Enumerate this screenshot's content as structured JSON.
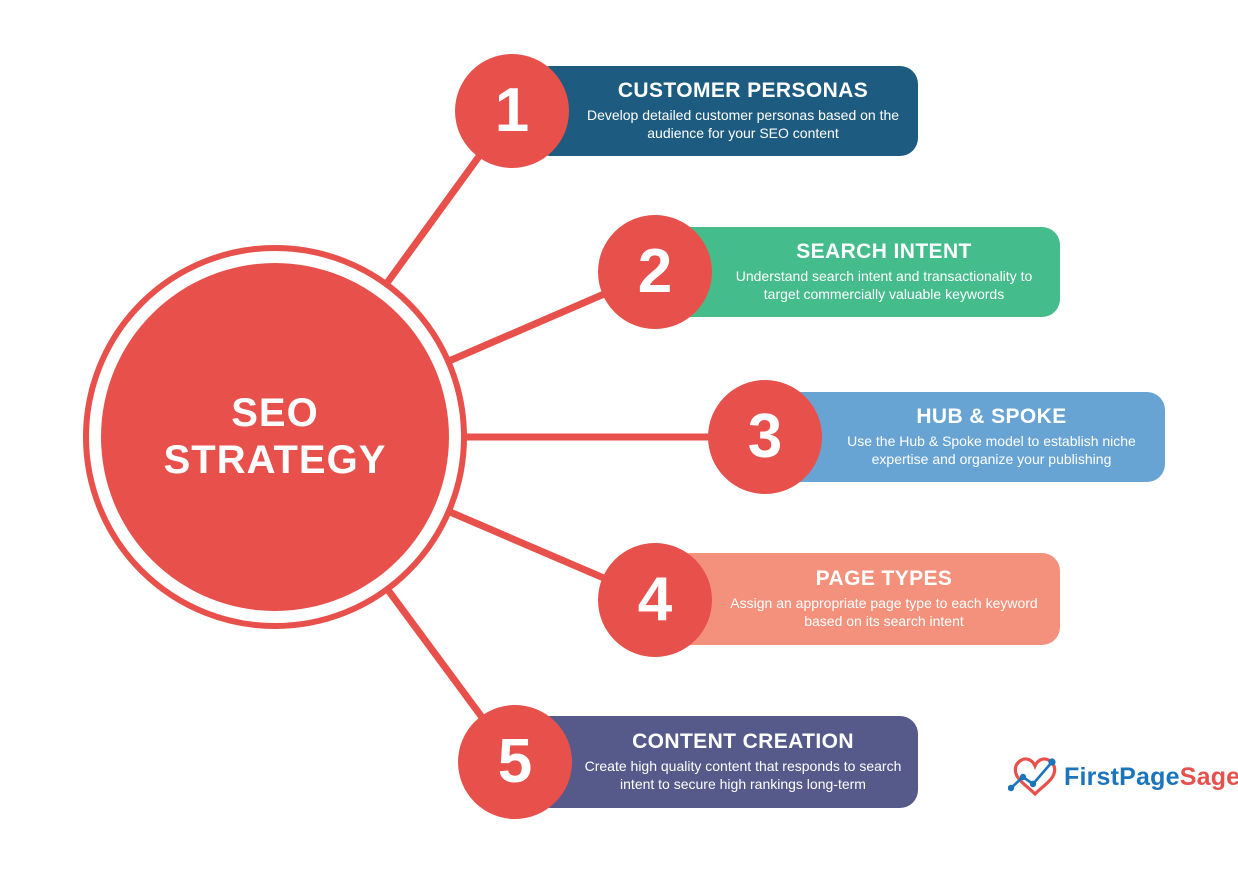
{
  "accent": "#E8514B",
  "background": "#FFFFFF",
  "center": {
    "line1": "SEO",
    "line2": "STRATEGY",
    "color": "#E8514B"
  },
  "steps": [
    {
      "number": "1",
      "title": "CUSTOMER PERSONAS",
      "description": "Develop detailed customer personas based on the audience for your SEO content",
      "color": "#1D5C80"
    },
    {
      "number": "2",
      "title": "SEARCH INTENT",
      "description": "Understand search intent and transactionality to target commercially valuable keywords",
      "color": "#44BC8B"
    },
    {
      "number": "3",
      "title": "HUB & SPOKE",
      "description": "Use the Hub & Spoke model to establish niche expertise and organize your publishing",
      "color": "#67A4D4"
    },
    {
      "number": "4",
      "title": "PAGE TYPES",
      "description": "Assign an appropriate page type to each keyword based on its search intent",
      "color": "#F4917C"
    },
    {
      "number": "5",
      "title": "CONTENT CREATION",
      "description": "Create high quality content that responds to search intent to secure high rankings long-term",
      "color": "#555A8B"
    }
  ],
  "logo": {
    "name_primary": "FirstPage",
    "name_secondary": "Sage",
    "primary_color": "#1B75BB",
    "secondary_color": "#E8514B",
    "icon": "heart-with-line-chart-icon"
  }
}
